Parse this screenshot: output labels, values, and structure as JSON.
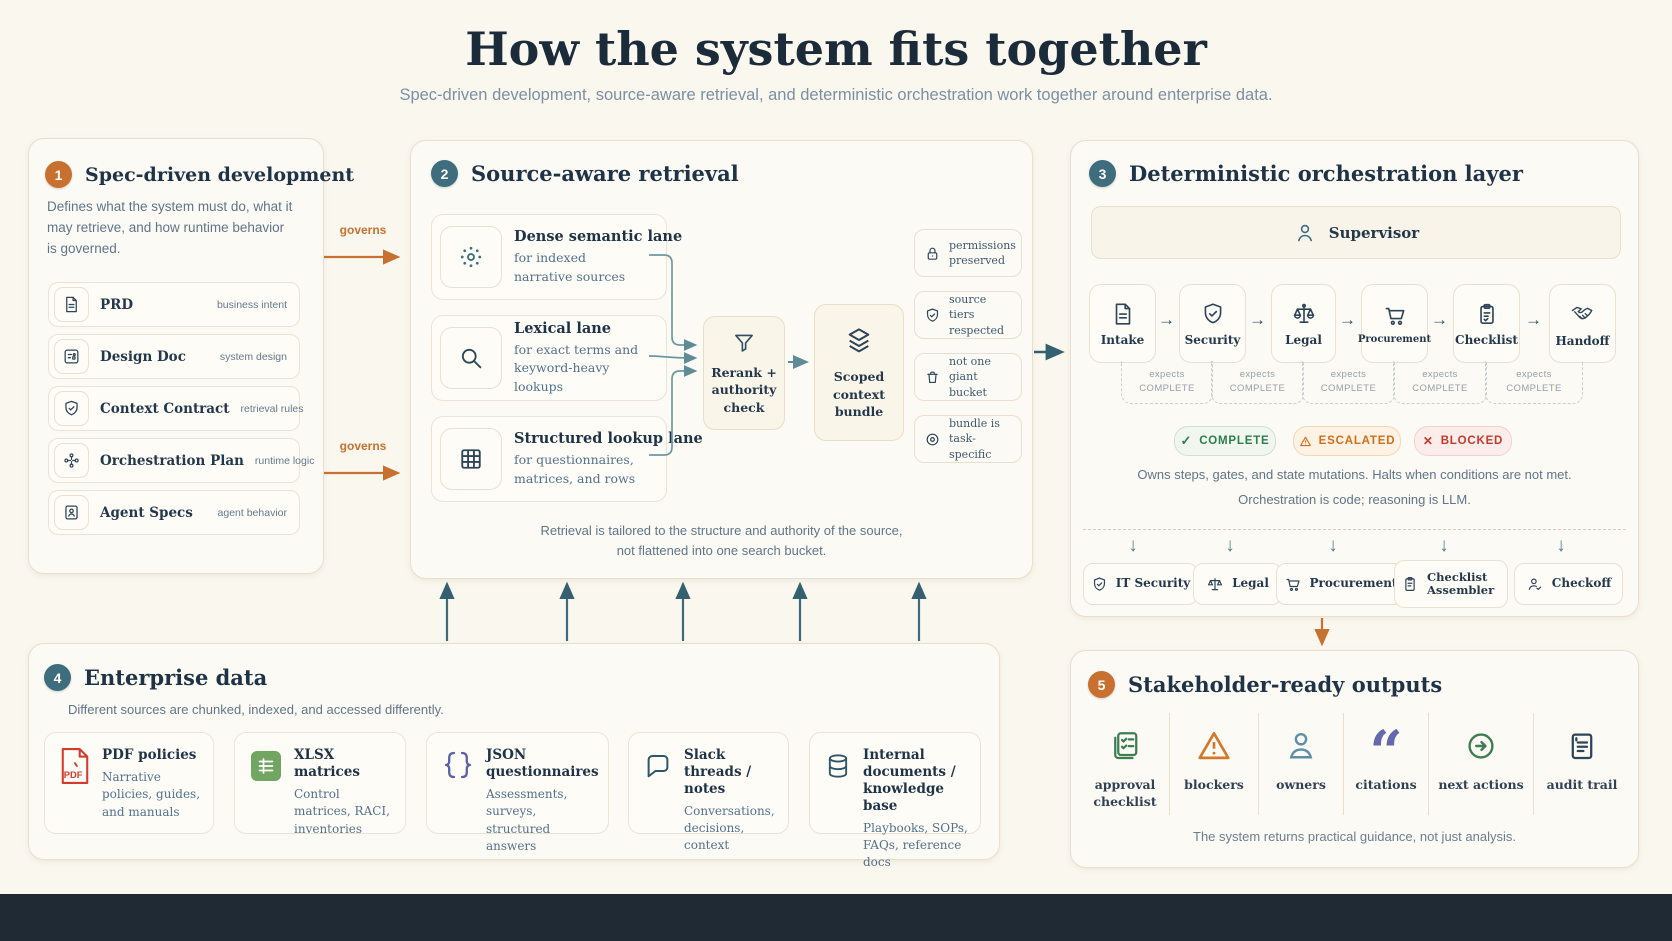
{
  "header": {
    "title": "How the system fits together",
    "subtitle": "Spec-driven development, source-aware retrieval, and deterministic orchestration work together around enterprise data."
  },
  "labels": {
    "governs": "governs"
  },
  "spec": {
    "number": "1",
    "title": "Spec-driven development",
    "description": "Defines what the system must do, what it may retrieve, and how runtime behavior is governed.",
    "items": [
      {
        "icon": "document-icon",
        "name": "PRD",
        "tag": "business intent"
      },
      {
        "icon": "design-doc-icon",
        "name": "Design Doc",
        "tag": "system design"
      },
      {
        "icon": "shield-check-icon",
        "name": "Context Contract",
        "tag": "retrieval rules"
      },
      {
        "icon": "node-graph-icon",
        "name": "Orchestration Plan",
        "tag": "runtime logic"
      },
      {
        "icon": "id-card-icon",
        "name": "Agent Specs",
        "tag": "agent behavior"
      }
    ]
  },
  "retrieval": {
    "number": "2",
    "title": "Source-aware retrieval",
    "lanes": [
      {
        "icon": "semantic-burst-icon",
        "title": "Dense semantic lane",
        "desc": "for indexed narrative sources"
      },
      {
        "icon": "magnifier-icon",
        "title": "Lexical lane",
        "desc": "for exact terms and keyword-heavy lookups"
      },
      {
        "icon": "grid-icon",
        "title": "Structured lookup lane",
        "desc": "for questionnaires, matrices, and rows"
      }
    ],
    "rerank": "Rerank + authority check",
    "bundle": "Scoped context bundle",
    "badges": [
      {
        "icon": "lock-icon",
        "label": "permissions preserved"
      },
      {
        "icon": "shield-check-icon",
        "label": "source tiers respected"
      },
      {
        "icon": "bucket-icon",
        "label": "not one giant bucket"
      },
      {
        "icon": "target-icon",
        "label": "bundle is task-specific"
      }
    ],
    "footnote1": "Retrieval is tailored to the structure and authority of the source,",
    "footnote2": "not flattened into one search bucket."
  },
  "orchestration": {
    "number": "3",
    "title": "Deterministic orchestration layer",
    "supervisor": "Supervisor",
    "stages": [
      {
        "icon": "document-icon",
        "label": "Intake"
      },
      {
        "icon": "shield-check-icon",
        "label": "Security"
      },
      {
        "icon": "scales-icon",
        "label": "Legal"
      },
      {
        "icon": "cart-icon",
        "label": "Procurement"
      },
      {
        "icon": "clipboard-icon",
        "label": "Checklist"
      },
      {
        "icon": "handshake-icon",
        "label": "Handoff"
      }
    ],
    "gate": {
      "line1": "expects",
      "line2": "COMPLETE"
    },
    "pills": [
      {
        "label": "COMPLETE"
      },
      {
        "label": "ESCALATED"
      },
      {
        "label": "BLOCKED"
      }
    ],
    "note1": "Owns steps, gates, and state mutations. Halts when conditions are not met.",
    "note2": "Orchestration is code; reasoning is LLM.",
    "agents": [
      {
        "icon": "shield-check-icon",
        "label": "IT Security"
      },
      {
        "icon": "scales-icon",
        "label": "Legal"
      },
      {
        "icon": "cart-icon",
        "label": "Procurement"
      },
      {
        "icon": "clipboard-icon",
        "label": "Checklist Assembler"
      },
      {
        "icon": "person-check-icon",
        "label": "Checkoff"
      }
    ]
  },
  "enterprise": {
    "number": "4",
    "title": "Enterprise data",
    "subtitle": "Different sources are chunked, indexed, and accessed differently.",
    "cards": [
      {
        "icon": "pdf-icon",
        "icon_label": "PDF",
        "title": "PDF policies",
        "desc": "Narrative policies, guides, and manuals"
      },
      {
        "icon": "spreadsheet-icon",
        "title": "XLSX matrices",
        "desc": "Control matrices, RACI, inventories"
      },
      {
        "icon": "braces-icon",
        "title": "JSON questionnaires",
        "desc": "Assessments, surveys, structured answers"
      },
      {
        "icon": "chat-bubble-icon",
        "title": "Slack threads / notes",
        "desc": "Conversations, decisions, context"
      },
      {
        "icon": "database-icon",
        "title": "Internal documents / knowledge base",
        "desc": "Playbooks, SOPs, FAQs, reference docs"
      }
    ]
  },
  "outputs": {
    "number": "5",
    "title": "Stakeholder-ready outputs",
    "items": [
      {
        "icon": "checklist-stack-icon",
        "label": "approval checklist"
      },
      {
        "icon": "warning-triangle-icon",
        "label": "blockers"
      },
      {
        "icon": "person-icon",
        "label": "owners"
      },
      {
        "icon": "quotes-icon",
        "label": "citations"
      },
      {
        "icon": "arrow-circle-icon",
        "label": "next actions"
      },
      {
        "icon": "audit-doc-icon",
        "label": "audit trail"
      }
    ],
    "note": "The system returns practical guidance, not just analysis."
  },
  "colors": {
    "accent_orange": "#c8702f",
    "accent_teal": "#3e6e7e",
    "status_complete": "#2e7d4f",
    "status_escalated": "#cf6e1f",
    "status_blocked": "#c23b2e",
    "ink": "#1f3347",
    "muted": "#5f7689"
  }
}
